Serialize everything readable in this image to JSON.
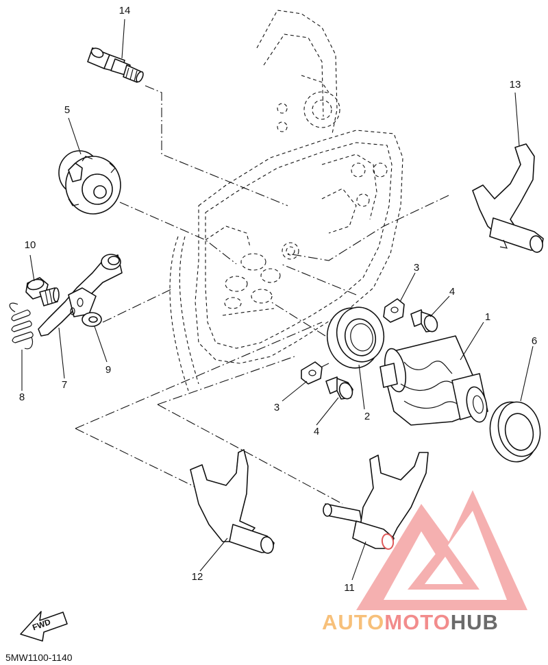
{
  "diagram": {
    "part_labels": [
      {
        "id": "p1",
        "text": "1"
      },
      {
        "id": "p2",
        "text": "2"
      },
      {
        "id": "p3a",
        "text": "3"
      },
      {
        "id": "p3b",
        "text": "3"
      },
      {
        "id": "p4a",
        "text": "4"
      },
      {
        "id": "p4b",
        "text": "4"
      },
      {
        "id": "p5",
        "text": "5"
      },
      {
        "id": "p6",
        "text": "6"
      },
      {
        "id": "p7",
        "text": "7"
      },
      {
        "id": "p8",
        "text": "8"
      },
      {
        "id": "p9",
        "text": "9"
      },
      {
        "id": "p10",
        "text": "10"
      },
      {
        "id": "p11",
        "text": "11"
      },
      {
        "id": "p12",
        "text": "12"
      },
      {
        "id": "p13",
        "text": "13"
      },
      {
        "id": "p14",
        "text": "14"
      }
    ],
    "fwd_label": "FWD",
    "drawing_code": "5MW1100-1140"
  },
  "watermark": {
    "part1": "AUTO",
    "part2": "MOTO",
    "part3": "HUB",
    "color_primary": "#f28c8c",
    "color_secondary": "#f7c07a",
    "color_dark": "#6b6b6b"
  }
}
